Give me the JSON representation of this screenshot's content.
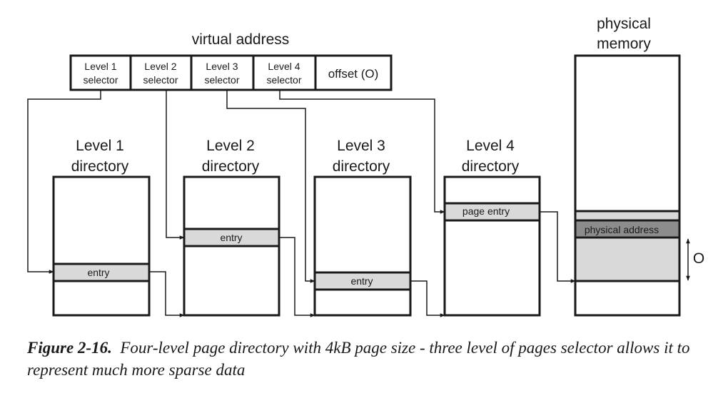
{
  "virtual_address": {
    "title": "virtual address",
    "fields": [
      {
        "line1": "Level 1",
        "line2": "selector"
      },
      {
        "line1": "Level 2",
        "line2": "selector"
      },
      {
        "line1": "Level 3",
        "line2": "selector"
      },
      {
        "line1": "Level 4",
        "line2": "selector"
      }
    ],
    "offset_label": "offset (O)"
  },
  "directories": [
    {
      "title1": "Level 1",
      "title2": "directory",
      "entry": "entry"
    },
    {
      "title1": "Level 2",
      "title2": "directory",
      "entry": "entry"
    },
    {
      "title1": "Level 3",
      "title2": "directory",
      "entry": "entry"
    },
    {
      "title1": "Level 4",
      "title2": "directory",
      "entry": "page entry"
    }
  ],
  "physical_memory": {
    "title1": "physical",
    "title2": "memory",
    "address_label": "physical address",
    "offset_marker": "O"
  },
  "caption": {
    "label": "Figure 2-16.",
    "text": "Four-level page directory with 4kB page size - three level of pages selector allows it to represent much more sparse data"
  },
  "colors": {
    "stroke": "#1a1a1a",
    "entry_fill": "#d9d9d9",
    "address_fill": "#8c8c8c",
    "page_fill": "#d9d9d9"
  }
}
